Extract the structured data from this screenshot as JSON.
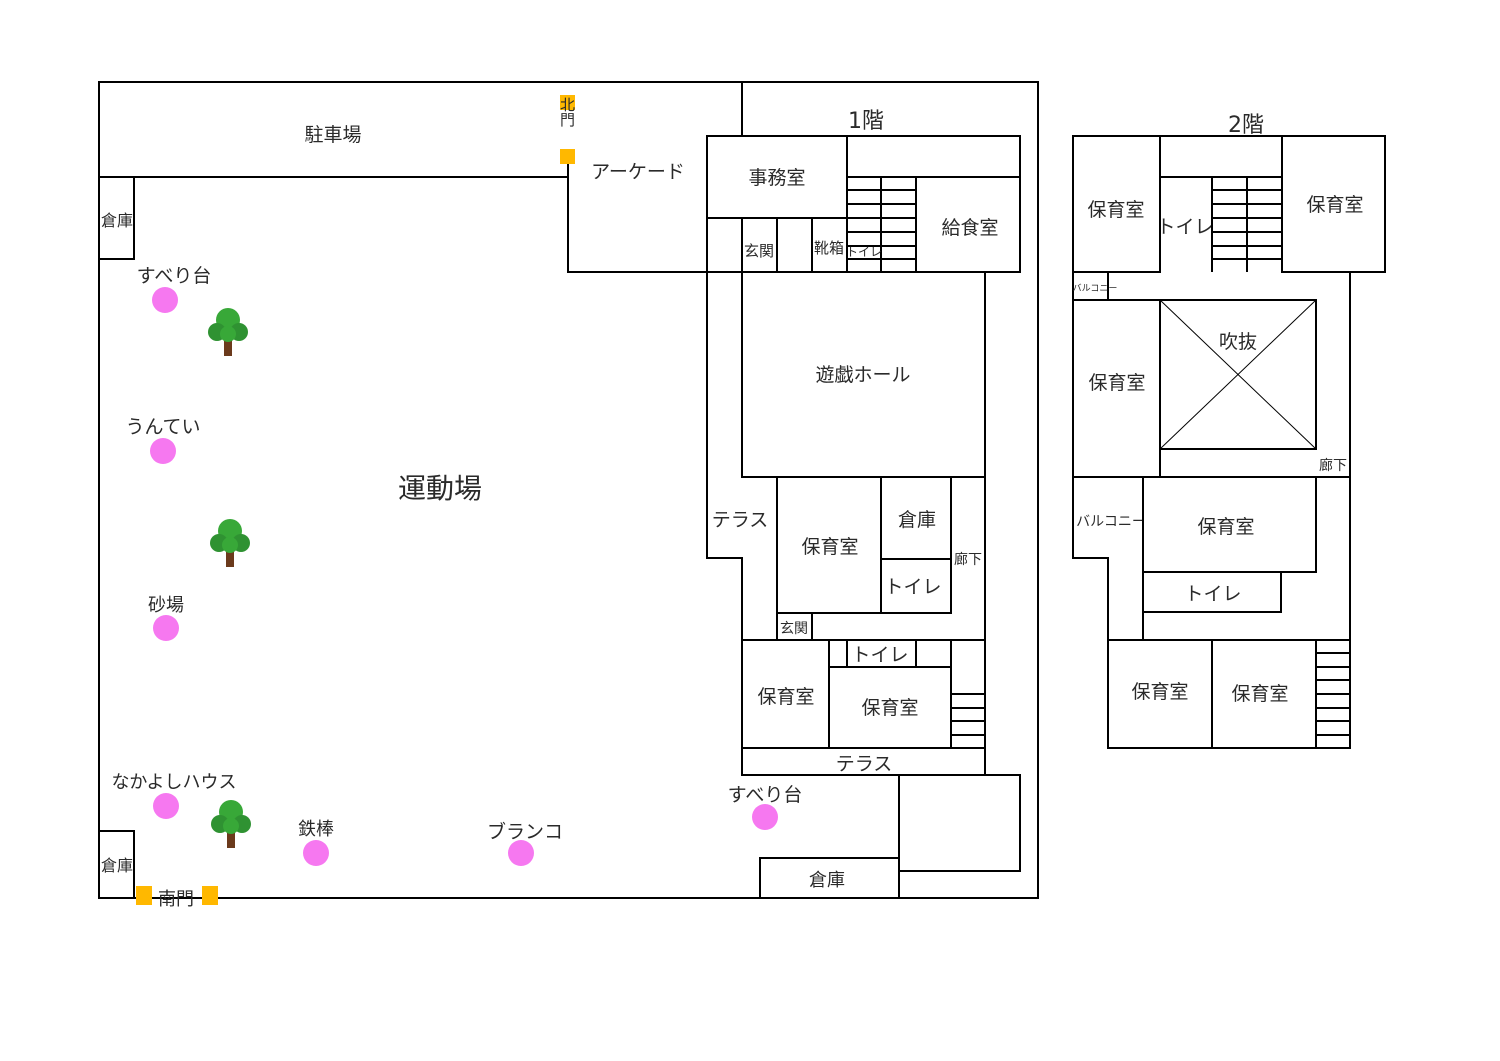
{
  "floor1": {
    "title": "1階",
    "parking": "駐車場",
    "north_gate": "北門",
    "arcade": "アーケード",
    "storage_nw": "倉庫",
    "storage_sw": "倉庫",
    "storage_south": "倉庫",
    "playground": "運動場",
    "south_gate": "南門",
    "office": "事務室",
    "kitchen": "給食室",
    "entrance_top": "玄関",
    "shoe_box": "靴箱",
    "toilet_top": "トイレ",
    "hall": "遊戯ホール",
    "terrace_west": "テラス",
    "nursery_mid": "保育室",
    "storage_mid": "倉庫",
    "toilet_mid": "トイレ",
    "corridor": "廊下",
    "entrance_bottom": "玄関",
    "toilet_bottom": "トイレ",
    "nursery_bottom_left": "保育室",
    "nursery_bottom_right": "保育室",
    "terrace_south": "テラス"
  },
  "yard": {
    "slide_north": "すべり台",
    "unten": "うんてい",
    "sandbox": "砂場",
    "nakayoshi": "なかよしハウス",
    "iron_bar": "鉄棒",
    "swing": "ブランコ",
    "slide_east": "すべり台"
  },
  "floor2": {
    "title": "2階",
    "nursery_nw": "保育室",
    "toilet_top": "トイレ",
    "nursery_ne": "保育室",
    "balcony_small": "バルコニー",
    "nursery_west": "保育室",
    "atrium": "吹抜",
    "corridor": "廊下",
    "balcony": "バルコニー",
    "nursery_center": "保育室",
    "toilet_bottom": "トイレ",
    "nursery_sw": "保育室",
    "nursery_se": "保育室"
  },
  "colors": {
    "gate": "#ffb800",
    "playground_item": "#f678f0",
    "tree_leaf": "#38a838",
    "tree_trunk": "#6b3a1c"
  }
}
